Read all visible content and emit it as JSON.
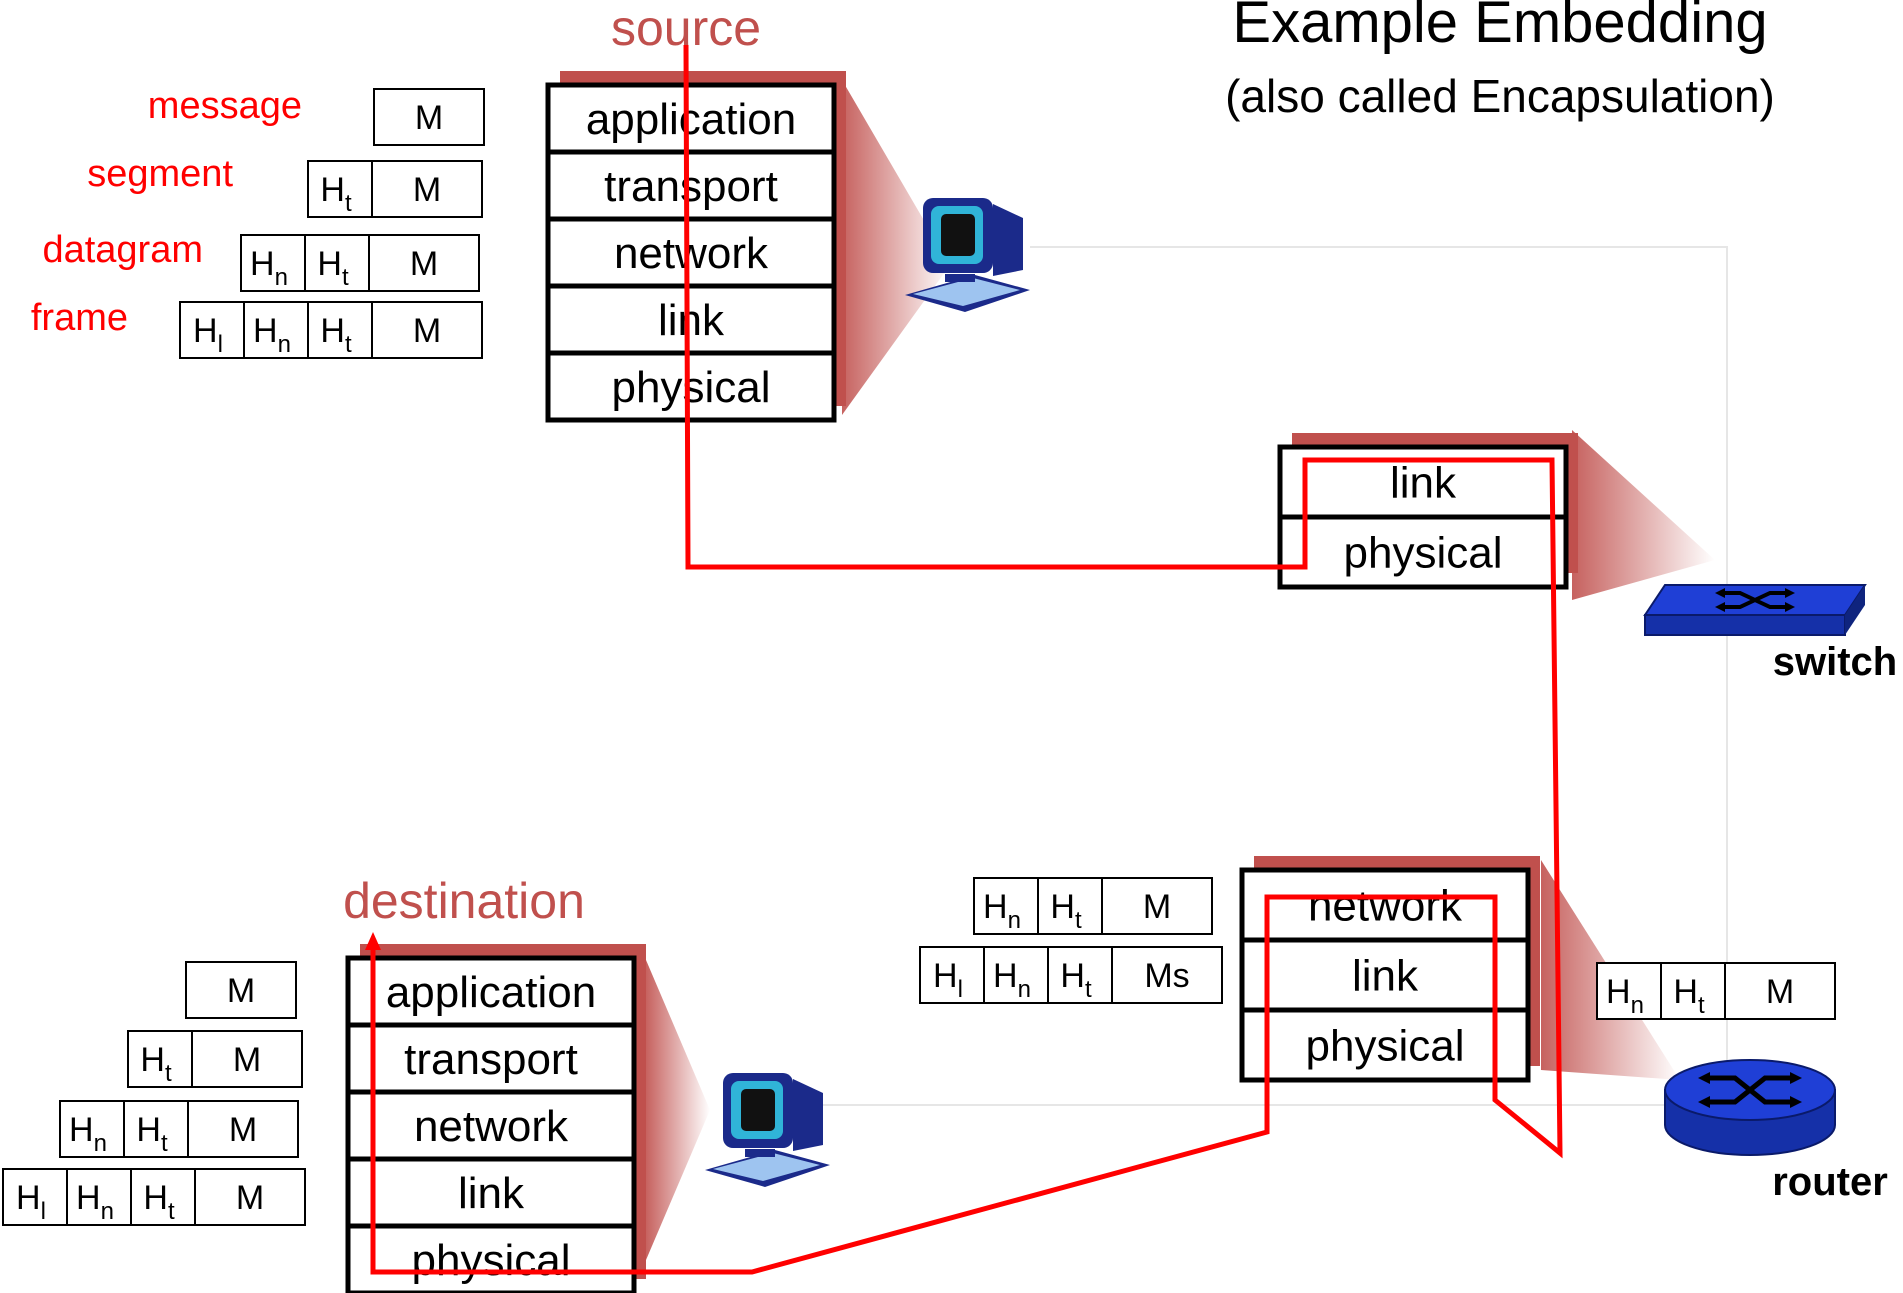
{
  "title": "Example Embedding",
  "subtitle": "(also called Encapsulation)",
  "source": {
    "label": "source",
    "layers": [
      "application",
      "transport",
      "network",
      "link",
      "physical"
    ]
  },
  "destination": {
    "label": "destination",
    "layers": [
      "application",
      "transport",
      "network",
      "link",
      "physical"
    ]
  },
  "switch": {
    "label": "switch",
    "layers": [
      "link",
      "physical"
    ]
  },
  "router": {
    "label": "router",
    "layers": [
      "network",
      "link",
      "physical"
    ]
  },
  "pdu_labels": [
    "message",
    "segment",
    "datagram",
    "frame"
  ],
  "header_cells": {
    "message": "M",
    "message_alt": "Ms",
    "transport_base": "H",
    "transport_sub": "t",
    "network_base": "H",
    "network_sub": "n",
    "link_base": "H",
    "link_sub": "l"
  },
  "colors": {
    "path": "#ff0000",
    "stack_shadow": "#c0504d",
    "endpoint_label": "#c0504d",
    "pdu_label": "#ff0000",
    "switch_blue": "#1f3fd6",
    "router_blue": "#1f3fd6"
  },
  "icons": {
    "host": "computer-icon",
    "switch": "switch-icon",
    "router": "router-icon"
  }
}
